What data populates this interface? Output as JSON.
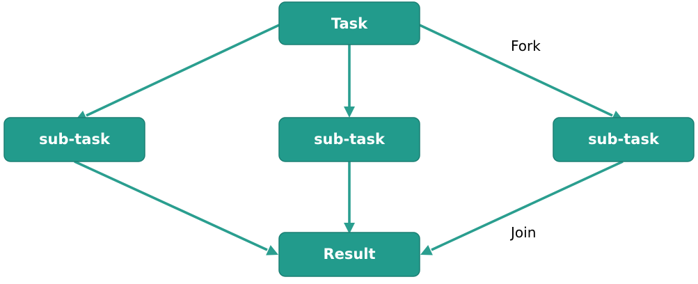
{
  "nodes": {
    "task": {
      "label": "Task"
    },
    "subtask_left": {
      "label": "sub-task"
    },
    "subtask_middle": {
      "label": "sub-task"
    },
    "subtask_right": {
      "label": "sub-task"
    },
    "result": {
      "label": "Result"
    }
  },
  "annotations": {
    "fork": "Fork",
    "join": "Join"
  },
  "colors": {
    "node_fill": "#229b8c",
    "arrow": "#2a9e8f",
    "node_text": "#ffffff",
    "annotation_text": "#000000"
  }
}
